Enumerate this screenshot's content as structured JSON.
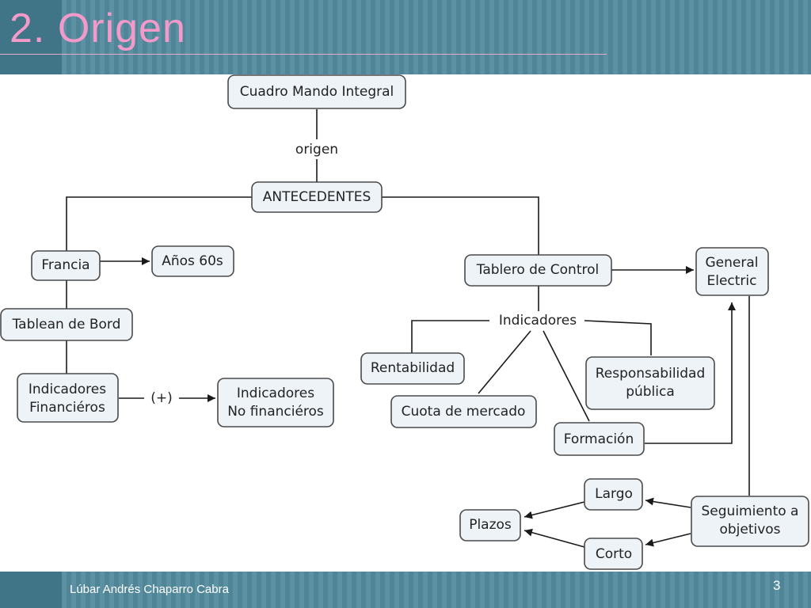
{
  "slide": {
    "title": "2. Origen",
    "author": "Lúbar Andrés Chaparro Cabra",
    "page": "3"
  },
  "nodes": {
    "cuadro": [
      "Cuadro Mando Integral"
    ],
    "antecedentes": [
      "ANTECEDENTES"
    ],
    "francia": [
      "Francia"
    ],
    "anos60": [
      "Años 60s"
    ],
    "tablean": [
      "Tablean de Bord"
    ],
    "ind_fin": [
      "Indicadores",
      "Financiéros"
    ],
    "ind_nofin": [
      "Indicadores",
      "No financiéros"
    ],
    "tablero": [
      "Tablero de Control"
    ],
    "general": [
      "General",
      "Electric"
    ],
    "rentabilidad": [
      "Rentabilidad"
    ],
    "cuota": [
      "Cuota de mercado"
    ],
    "responsabilidad": [
      "Responsabilidad",
      "pública"
    ],
    "formacion": [
      "Formación"
    ],
    "largo": [
      "Largo"
    ],
    "corto": [
      "Corto"
    ],
    "plazos": [
      "Plazos"
    ],
    "seguimiento": [
      "Seguimiento a",
      "objetivos"
    ]
  },
  "links": {
    "origen": "origen",
    "indicadores": "Indicadores",
    "plus": "(+)"
  }
}
